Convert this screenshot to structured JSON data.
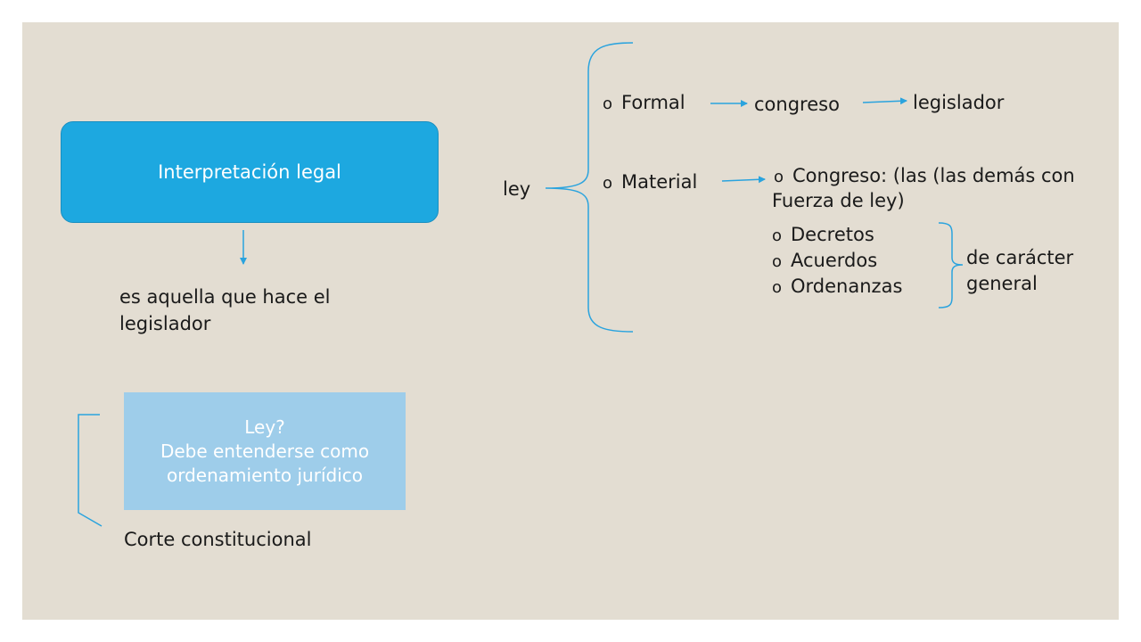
{
  "colors": {
    "background": "#e3ddd2",
    "primary_box": "#1da8e0",
    "secondary_box": "#9ecdea",
    "connector": "#2aa3de"
  },
  "left": {
    "interpretacion_box": "Interpretación legal",
    "definition": [
      "es aquella que hace el",
      "legislador"
    ],
    "ley_box": [
      "Ley?",
      "Debe entenderse como",
      "ordenamiento jurídico"
    ],
    "corte": "Corte constitucional"
  },
  "right": {
    "ley": "ley",
    "bullet": "o",
    "formal": "Formal",
    "congreso": "congreso",
    "legislador": "legislador",
    "material": "Material",
    "congreso_material": [
      "Congreso: (las (las demás con",
      "Fuerza de ley)"
    ],
    "items": [
      "Decretos",
      "Acuerdos",
      "Ordenanzas"
    ],
    "caracter": [
      "de carácter",
      "general"
    ]
  }
}
